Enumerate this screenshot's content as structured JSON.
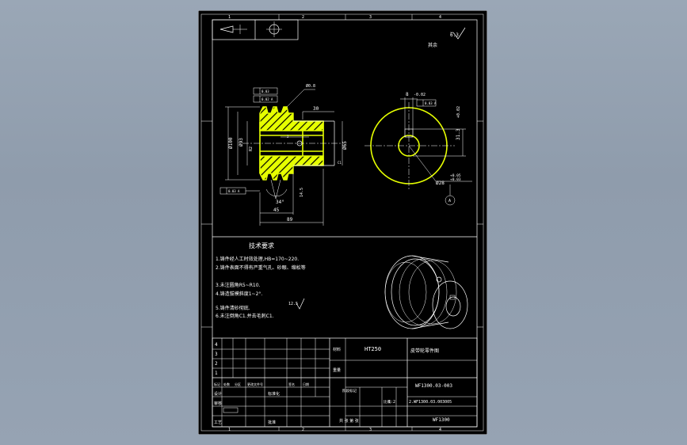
{
  "frame": {
    "top_numbers": [
      "1",
      "2",
      "3",
      "4"
    ],
    "bottom_numbers": [
      "1",
      "2",
      "3",
      "4"
    ],
    "side_letters_right": [
      "",
      "",
      "",
      ""
    ]
  },
  "roughness": {
    "corner_value": "6.3",
    "corner_note": "其余",
    "tech_value": "12.5"
  },
  "front_view": {
    "dims": {
      "d100": "Ø100",
      "d93": "Ø93",
      "d65": "Ø65",
      "w30": "30",
      "r2": "R2",
      "a34": "34°",
      "h145": "14.5",
      "w45": "45",
      "w89": "89",
      "top_note": "Ø0.8",
      "sn": "2",
      "c1": "C1"
    },
    "frames": [
      "0.03",
      "0.02 A",
      "0.03 A"
    ]
  },
  "side_view": {
    "dims": {
      "key_w": "8",
      "key_tol": "-0.02",
      "frame": "0.03 A",
      "depth": "31.3",
      "depth_tol": "+0.02",
      "bore": "Ø28",
      "bore_tol_u": "+0.05",
      "bore_tol_l": "+0.03",
      "datum": "A"
    }
  },
  "tech_req": {
    "title": "技术要求",
    "items": [
      "1.铸件经人工时效处理,HB=170~220.",
      "2.铸件表面不得有严重气孔、砂眼、缩松等",
      "",
      "3.未注圆角R5~R10.",
      "4.铸造拔模斜度1~2°.",
      "",
      "5.铸件清砂彻底.",
      "6.未注倒角C1.并去毛刺C1."
    ]
  },
  "title_block": {
    "rev_nums": [
      "4",
      "3",
      "2",
      "1"
    ],
    "material_label": "材料",
    "material": "HT250",
    "part_name": "皮带轮零件图",
    "drawing_no": "WF1300.03-003",
    "assembly_no": "2.WF1300.03.003005",
    "project": "WF1300",
    "scale_label": "比例",
    "scale": "1:2",
    "weight_label": "重量",
    "sheet_label": "共 张 第 张",
    "stage_label": "阶段标记",
    "row_labels": [
      "设计",
      "审核",
      "工艺"
    ],
    "col_labels": [
      "标记",
      "处数",
      "分区",
      "更改文件号",
      "签名",
      "日期"
    ],
    "std_label": "标准化",
    "approve_label": "批准"
  }
}
